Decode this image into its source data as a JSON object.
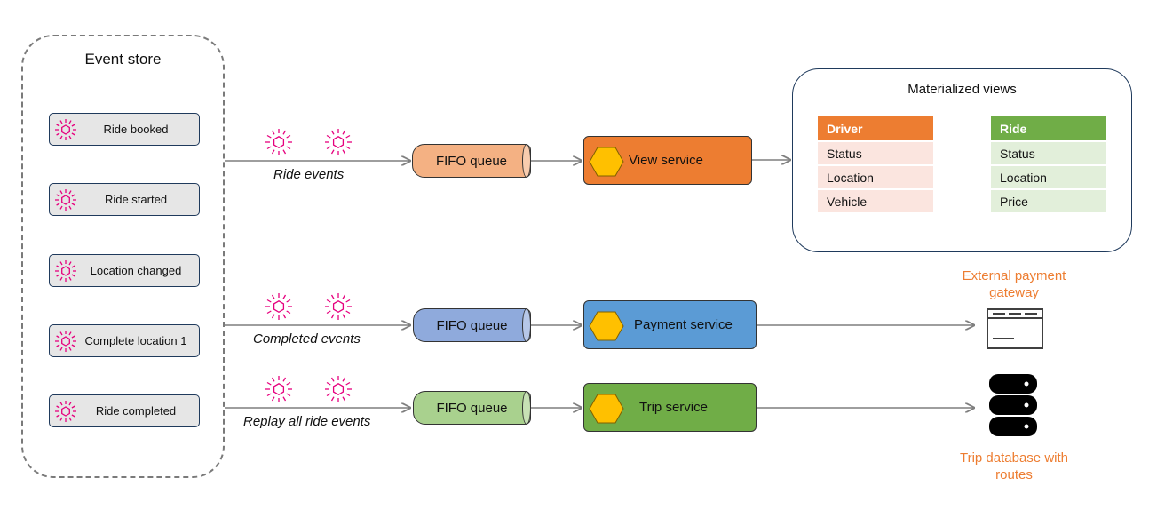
{
  "event_store": {
    "title": "Event store",
    "events": [
      {
        "label": "Ride booked"
      },
      {
        "label": "Ride started"
      },
      {
        "label": "Location changed"
      },
      {
        "label": "Complete location 1"
      },
      {
        "label": "Ride completed"
      }
    ],
    "event_icon": "event-burst-icon"
  },
  "flows": [
    {
      "label": "Ride events",
      "queue": "FIFO queue",
      "service": "View service",
      "queue_color": "#f4b183",
      "service_color": "#ed7d31"
    },
    {
      "label": "Completed events",
      "queue": "FIFO queue",
      "service": "Payment service",
      "queue_color": "#8faadc",
      "service_color": "#5b9bd5"
    },
    {
      "label": "Replay all ride events",
      "queue": "FIFO queue",
      "service": "Trip service",
      "queue_color": "#a9d18e",
      "service_color": "#70ad47"
    }
  ],
  "materialized_views": {
    "title": "Materialized  views",
    "tables": [
      {
        "header": "Driver",
        "header_color": "#ed7d31",
        "row_color": "#fbe5df",
        "rows": [
          "Status",
          "Location",
          "Vehicle"
        ]
      },
      {
        "header": "Ride",
        "header_color": "#70ad47",
        "row_color": "#e2efda",
        "rows": [
          "Status",
          "Location",
          "Price"
        ]
      }
    ]
  },
  "targets": {
    "payment_gateway": {
      "label_line1": "External payment",
      "label_line2": "gateway",
      "icon": "payment-gateway-icon"
    },
    "trip_database": {
      "label_line1": "Trip database with",
      "label_line2": "routes",
      "icon": "database-icon"
    }
  },
  "colors": {
    "accent_pink": "#e6007e",
    "hex_yellow": "#ffc000",
    "wire_gray": "#7f7f7f",
    "label_orange": "#ed7d31"
  }
}
